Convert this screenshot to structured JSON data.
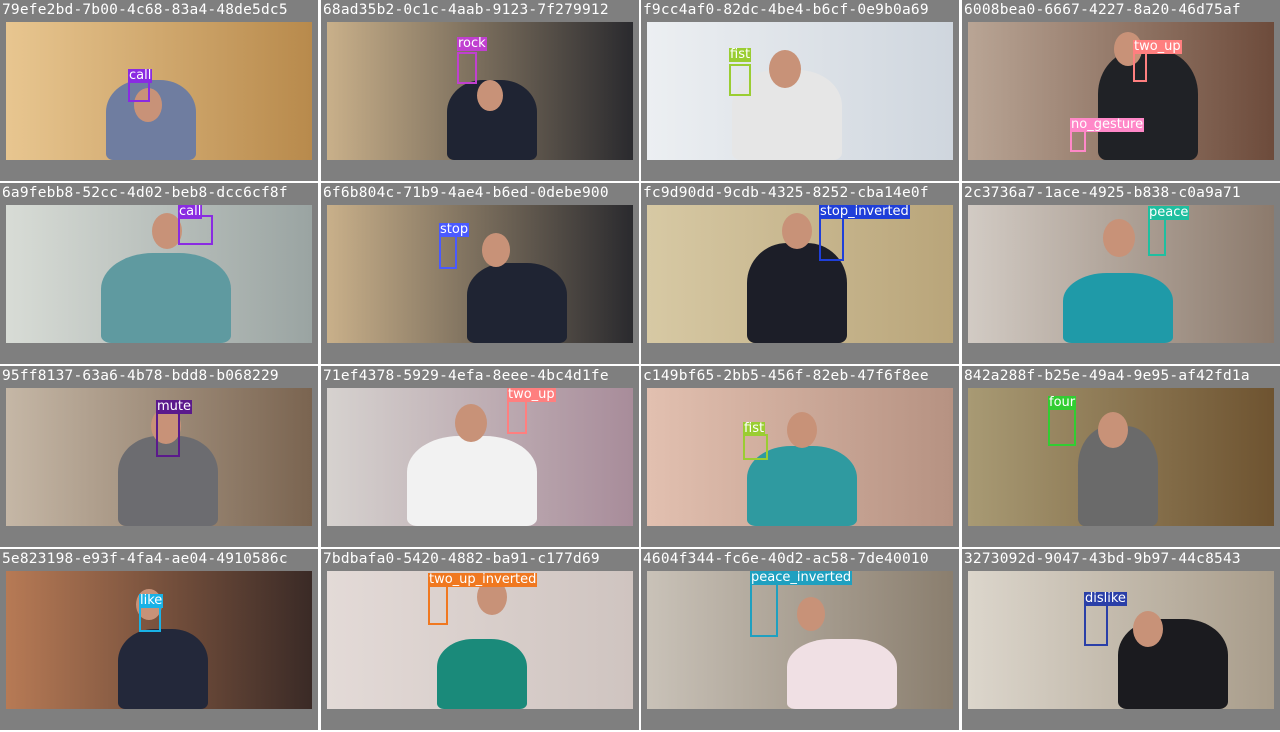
{
  "grid": {
    "cells": [
      {
        "id": "79efe2bd-7b00-4c68-83a4-48de5dc5",
        "label": "call",
        "box_color": "#8a2be2",
        "label_bg": "#8a2be2",
        "scene": {
          "bg": [
            "#e8c690",
            "#b88a4c"
          ],
          "shirt": "#6f7da0"
        }
      },
      {
        "id": "68ad35b2-0c1c-4aab-9123-7f279912",
        "label": "rock",
        "box_color": "#c040d0",
        "label_bg": "#c040d0",
        "scene": {
          "bg": [
            "#c9b08a",
            "#2a2a2e"
          ],
          "shirt": "#1f2433"
        }
      },
      {
        "id": "f9cc4af0-82dc-4be4-b6cf-0e9b0a69",
        "label": "fist",
        "box_color": "#9acd32",
        "label_bg": "#9acd32",
        "scene": {
          "bg": [
            "#eceff2",
            "#cfd6de"
          ],
          "shirt": "#e6e6e6"
        }
      },
      {
        "id": "6008bea0-6667-4227-8a20-46d75af",
        "label": "two_up",
        "box_color": "#ff7f7f",
        "label_bg": "#ff7f7f",
        "label2": "no_gesture",
        "box_color2": "#ff88c8",
        "label_bg2": "#ff88c8",
        "scene": {
          "bg": [
            "#b9a595",
            "#6d4b3b"
          ],
          "shirt": "#202226"
        }
      },
      {
        "id": "6a9febb8-52cc-4d02-beb8-dcc6cf8f",
        "label": "call",
        "box_color": "#8a2be2",
        "label_bg": "#8a2be2",
        "scene": {
          "bg": [
            "#d8dcd6",
            "#9aa4a2"
          ],
          "shirt": "#5f9aa0"
        }
      },
      {
        "id": "6f6b804c-71b9-4ae4-b6ed-0debe900",
        "label": "stop",
        "box_color": "#4a5aff",
        "label_bg": "#4a5aff",
        "scene": {
          "bg": [
            "#c9b08a",
            "#2a2a2e"
          ],
          "shirt": "#1f2433"
        }
      },
      {
        "id": "fc9d90dd-9cdb-4325-8252-cba14e0f",
        "label": "stop_inverted",
        "box_color": "#1f3fd9",
        "label_bg": "#1f3fd9",
        "scene": {
          "bg": [
            "#d7c9a4",
            "#b9a57a"
          ],
          "shirt": "#1c1e28"
        }
      },
      {
        "id": "2c3736a7-1ace-4925-b838-c0a9a71",
        "label": "peace",
        "box_color": "#1fbfa0",
        "label_bg": "#1fbfa0",
        "scene": {
          "bg": [
            "#d2cbc4",
            "#8c7a6c"
          ],
          "shirt": "#1f9aa8"
        }
      },
      {
        "id": "95ff8137-63a6-4b78-bdd8-b068229",
        "label": "mute",
        "box_color": "#5b1a8c",
        "label_bg": "#5b1a8c",
        "scene": {
          "bg": [
            "#c5b7a6",
            "#7a6450"
          ],
          "shirt": "#6c6c70"
        }
      },
      {
        "id": "71ef4378-5929-4efa-8eee-4bc4d1fe",
        "label": "two_up",
        "box_color": "#ff7f7f",
        "label_bg": "#ff7f7f",
        "scene": {
          "bg": [
            "#d6d2cf",
            "#a88c9a"
          ],
          "shirt": "#f2f2f2"
        }
      },
      {
        "id": "c149bf65-2bb5-456f-82eb-47f6f8ee",
        "label": "fist",
        "box_color": "#9acd32",
        "label_bg": "#9acd32",
        "scene": {
          "bg": [
            "#e2c0b0",
            "#b69282"
          ],
          "shirt": "#2f9aa0"
        }
      },
      {
        "id": "842a288f-b25e-49a4-9e95-af42fd1a",
        "label": "four",
        "box_color": "#32cd32",
        "label_bg": "#32cd32",
        "scene": {
          "bg": [
            "#a89a74",
            "#6e5330"
          ],
          "shirt": "#6a6a6a"
        }
      },
      {
        "id": "5e823198-e93f-4fa4-ae04-4910586c",
        "label": "like",
        "box_color": "#19b2e6",
        "label_bg": "#19b2e6",
        "scene": {
          "bg": [
            "#b77a55",
            "#3a2a26"
          ],
          "shirt": "#23283a"
        }
      },
      {
        "id": "7bdbafa0-5420-4882-ba91-c177d69",
        "label": "two_up_inverted",
        "box_color": "#f07820",
        "label_bg": "#f07820",
        "scene": {
          "bg": [
            "#e3dad7",
            "#cfc4c0"
          ],
          "shirt": "#1a8a7a"
        }
      },
      {
        "id": "4604f344-fc6e-40d2-ac58-7de40010",
        "label": "peace_inverted",
        "box_color": "#1fa0c0",
        "label_bg": "#1fa0c0",
        "scene": {
          "bg": [
            "#c9c2b8",
            "#8a7e6e"
          ],
          "shirt": "#f0e0e4"
        }
      },
      {
        "id": "3273092d-9047-43bd-9b97-44c8543",
        "label": "dislike",
        "box_color": "#2a3fa8",
        "label_bg": "#2a3fa8",
        "scene": {
          "bg": [
            "#dcd6cc",
            "#a89c8a"
          ],
          "shirt": "#1b1b1f"
        }
      }
    ]
  }
}
